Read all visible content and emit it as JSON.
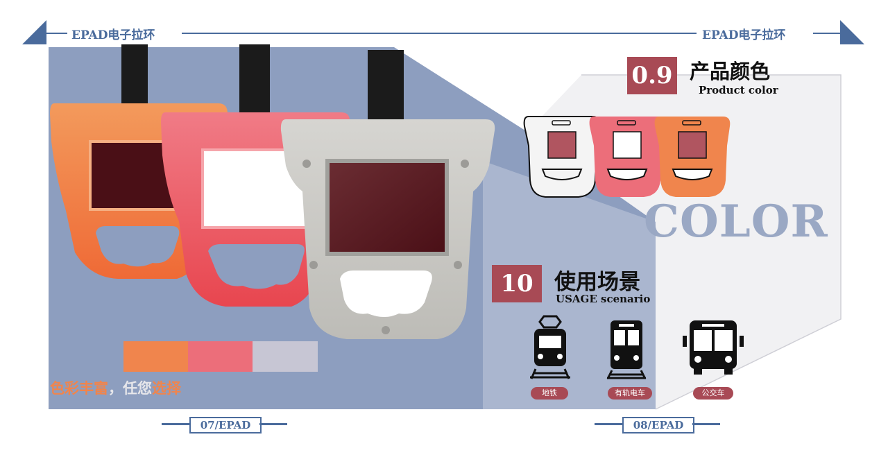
{
  "header": {
    "title_left": "EPAD电子拉环",
    "title_right": "EPAD电子拉环"
  },
  "section_color": {
    "number": "0.9",
    "title": "产品颜色",
    "subtitle": "Product color",
    "watermark": "COLOR"
  },
  "section_usage": {
    "number": "10",
    "title": "使用场景",
    "subtitle": "USAGE scenario",
    "scenes": [
      {
        "label": "地铁",
        "icon": "metro-train-icon"
      },
      {
        "label": "有轨电车",
        "icon": "tram-icon"
      },
      {
        "label": "公交车",
        "icon": "bus-icon"
      }
    ]
  },
  "slogan": {
    "part1": "色彩丰富",
    "sep": "，",
    "part2": "任您",
    "part3": "选择"
  },
  "swatches": [
    "#f0854d",
    "#ec6e7a",
    "#c7c6d4"
  ],
  "colors": {
    "accent": "#a84a55",
    "brand_blue": "#4a6b9c",
    "panel_blue": "#8d9ebf",
    "orange": "#f0854d",
    "pink": "#ec6e7a",
    "gray": "#c7c6d4"
  },
  "footer": {
    "left_page": "07/EPAD",
    "right_page": "08/EPAD"
  }
}
